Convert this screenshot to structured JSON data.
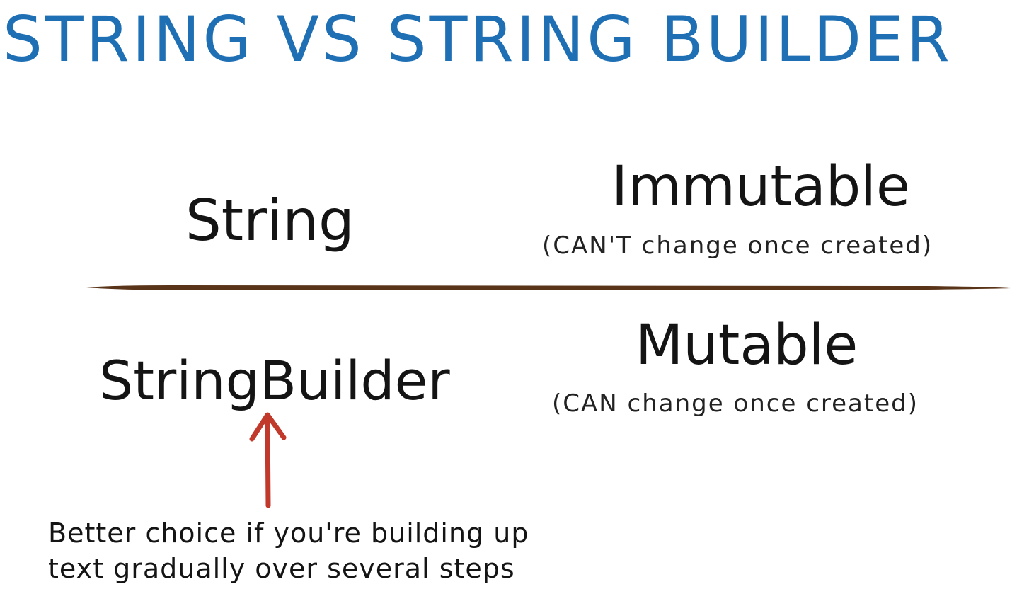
{
  "title": "STRING VS STRING BUILDER",
  "rows": [
    {
      "term": "String",
      "property": "Immutable",
      "note": "(CAN'T change once created)"
    },
    {
      "term": "StringBuilder",
      "property": "Mutable",
      "note": "(CAN change once created)"
    }
  ],
  "annotation": {
    "line1": "Better choice if you're building up",
    "line2": "text gradually over several steps"
  },
  "colors": {
    "title": "#1f6fb5",
    "divider": "#5a3418",
    "arrow": "#c0392b",
    "text": "#141414"
  }
}
